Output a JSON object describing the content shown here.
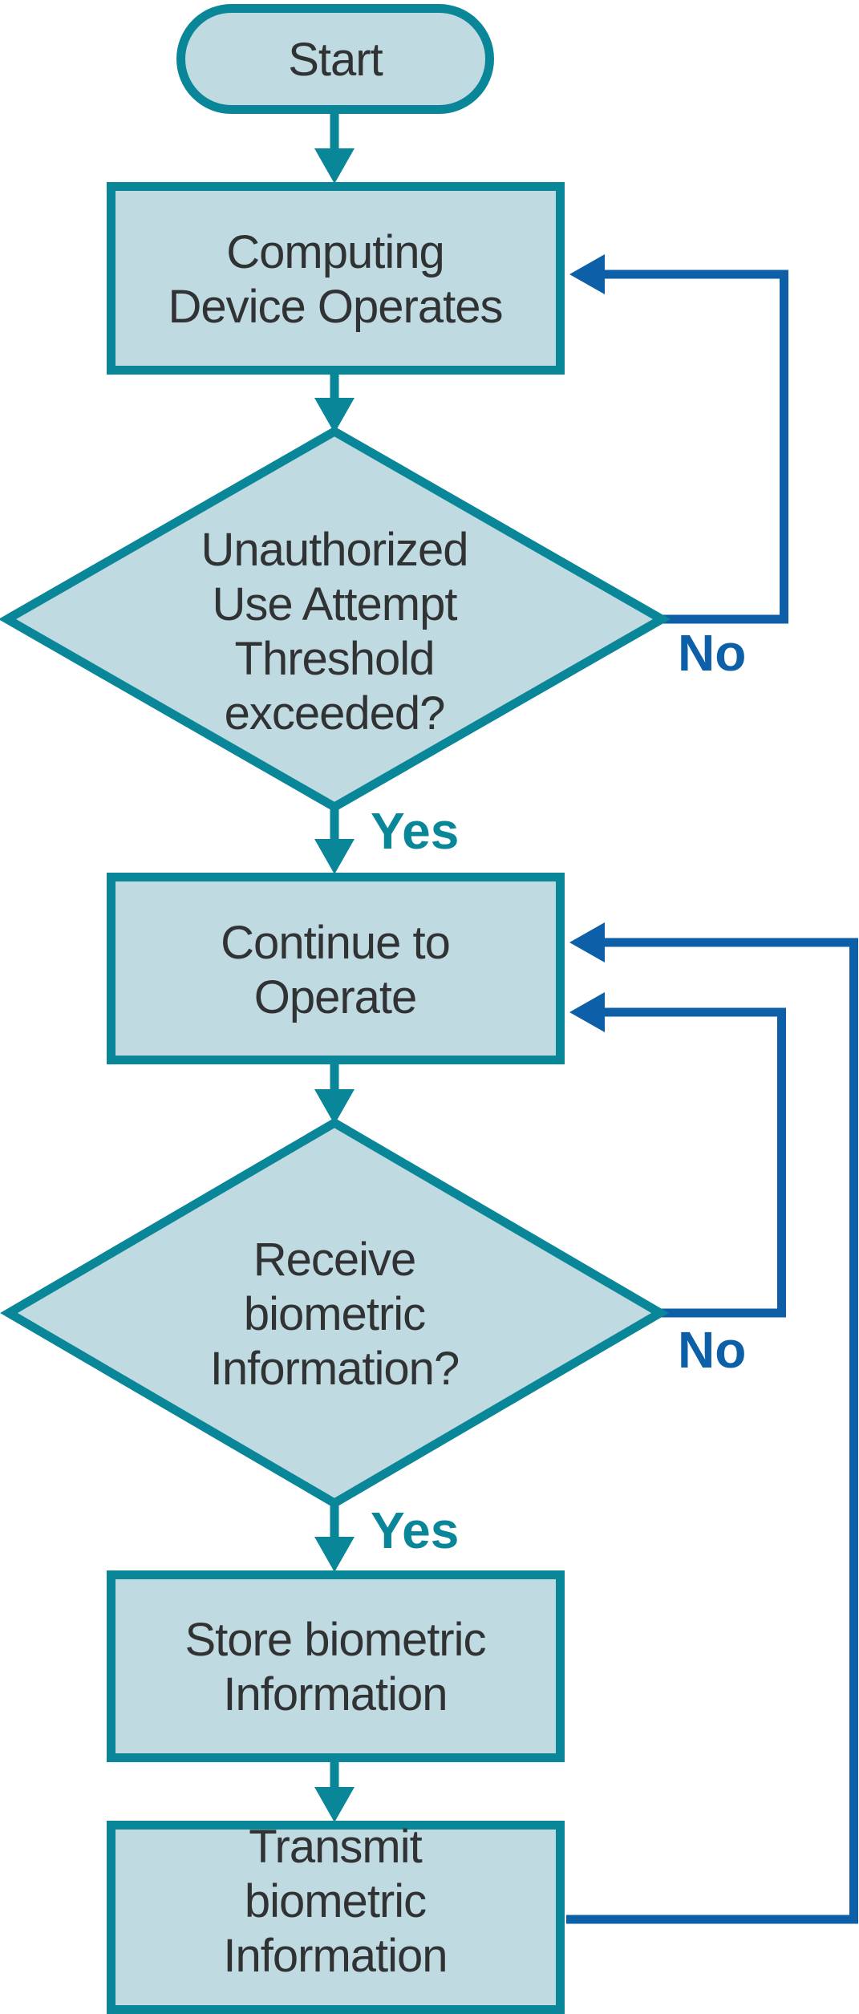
{
  "diagram": {
    "type": "flowchart",
    "nodes": {
      "start": {
        "shape": "terminator",
        "label": "Start"
      },
      "computing_device_operates": {
        "shape": "process",
        "lines": [
          "Computing",
          "Device Operates"
        ]
      },
      "unauthorized_threshold": {
        "shape": "decision",
        "lines": [
          "Unauthorized",
          "Use Attempt",
          "Threshold",
          "exceeded?"
        ]
      },
      "continue_to_operate": {
        "shape": "process",
        "lines": [
          "Continue to",
          "Operate"
        ]
      },
      "receive_biometric": {
        "shape": "decision",
        "lines": [
          "Receive",
          "biometric",
          "Information?"
        ]
      },
      "store_biometric": {
        "shape": "process",
        "lines": [
          "Store biometric",
          "Information"
        ]
      },
      "transmit_biometric": {
        "shape": "process",
        "lines": [
          "Transmit",
          "biometric",
          "Information"
        ]
      }
    },
    "edge_labels": {
      "threshold_no": "No",
      "threshold_yes": "Yes",
      "receive_no": "No",
      "receive_yes": "Yes"
    }
  },
  "colors": {
    "shape-fill": "#BFDAE0",
    "shape-stroke": "#0A8699",
    "loop-arrow": "#0D5FA8",
    "no-label": "#0D5FA8",
    "yes-label": "#0A8699",
    "node-text": "#303234",
    "background": "#FFFFFF"
  }
}
